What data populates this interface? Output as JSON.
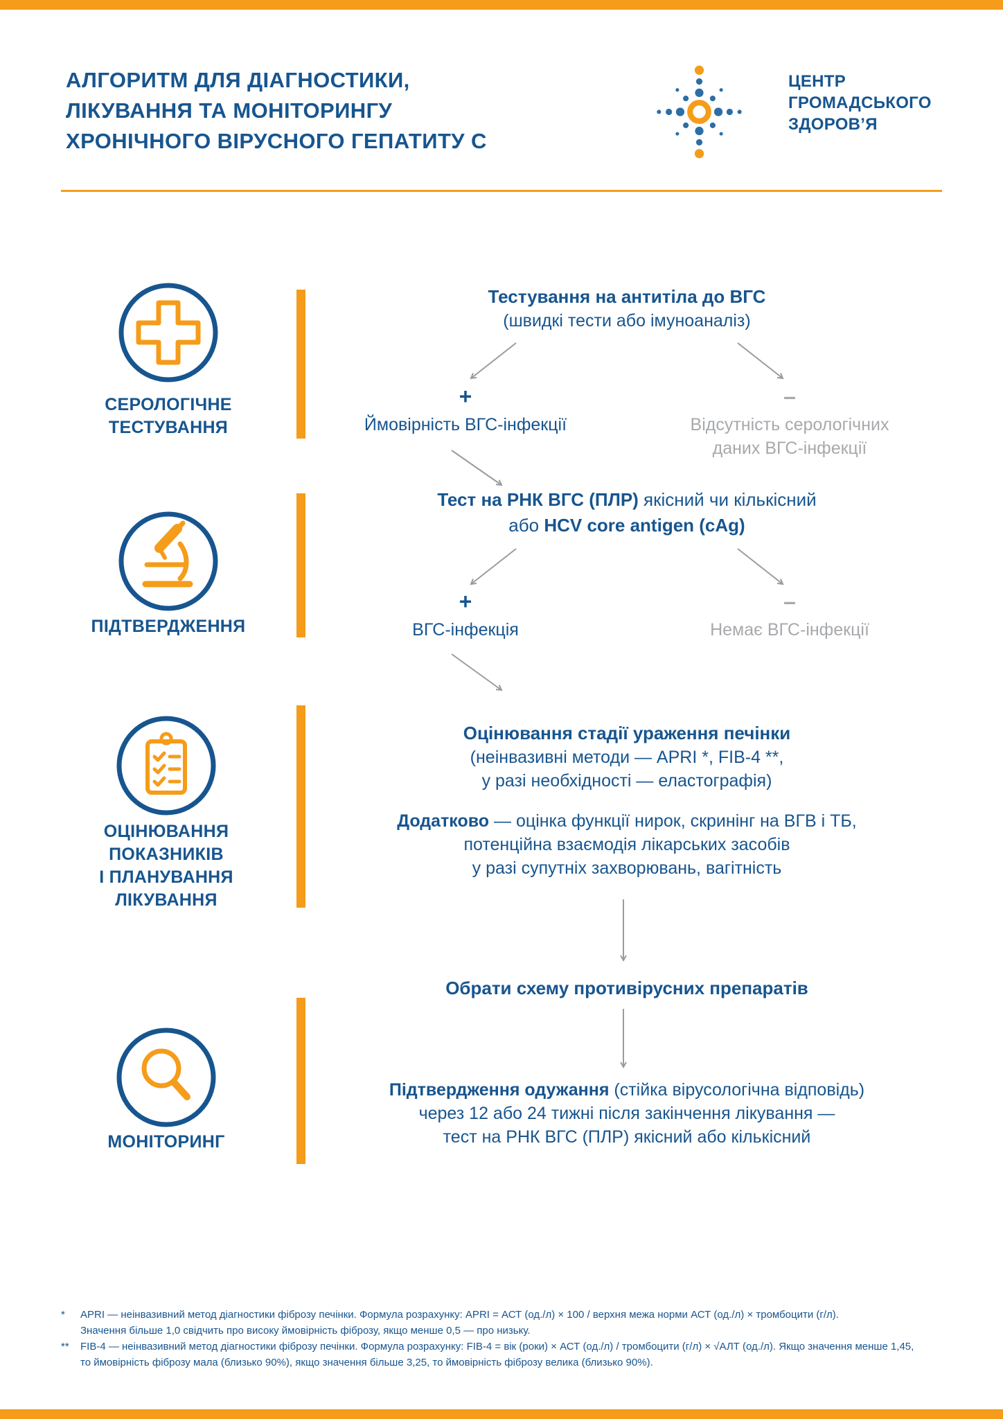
{
  "colors": {
    "orange": "#F59C1A",
    "blue": "#17558F",
    "logo-blue": "#2C6EA5",
    "gray": "#A7A9AC",
    "arrow": "#9B9B9B"
  },
  "header": {
    "title": "АЛГОРИТМ ДЛЯ ДІАГНОСТИКИ,\nЛІКУВАННЯ ТА МОНІТОРИНГУ\nХРОНІЧНОГО ВІРУСНОГО ГЕПАТИТУ С",
    "logo_text": "ЦЕНТР\nГРОМАДСЬКОГО\nЗДОРОВ’Я"
  },
  "sidebar": {
    "sections": [
      {
        "icon": "medical-cross-icon",
        "label": "СЕРОЛОГІЧНЕ\nТЕСТУВАННЯ"
      },
      {
        "icon": "microscope-icon",
        "label": "ПІДТВЕРДЖЕННЯ"
      },
      {
        "icon": "checklist-clipboard-icon",
        "label": "ОЦІНЮВАННЯ\nПОКАЗНИКІВ\nІ ПЛАНУВАННЯ\nЛІКУВАННЯ"
      },
      {
        "icon": "magnifier-icon",
        "label": "МОНІТОРИНГ"
      }
    ]
  },
  "flow": {
    "step1": {
      "title": "Тестування на антитіла до ВГС",
      "subtitle": "(швидкі тести або імуноаналіз)",
      "positive_sign": "+",
      "positive_label": "Ймовірність ВГС-інфекції",
      "negative_sign": "–",
      "negative_label": "Відсутність серологічних\nданих ВГС-інфекції"
    },
    "step2": {
      "title_bold_1": "Тест на РНК ВГС (ПЛР)",
      "title_regular_1": " якісний чи кількісний",
      "title_regular_2": "або ",
      "title_bold_2": "HCV core antigen (cAg)",
      "positive_sign": "+",
      "positive_label": "ВГС-інфекція",
      "negative_sign": "–",
      "negative_label": "Немає ВГС-інфекції"
    },
    "step3": {
      "title": "Оцінювання стадії ураження печінки",
      "subtitle": "(неінвазивні методи — APRI *, FIB-4 **,\nу разі необхідності — еластографія)",
      "additional_bold": "Додатково",
      "additional_text": " — оцінка функції нирок, скринінг на ВГВ і ТБ,\nпотенційна взаємодія лікарських засобів\nу разі супутніх захворювань, вагітність"
    },
    "step4": {
      "title": "Обрати схему противірусних препаратів"
    },
    "step5": {
      "title_bold": "Підтвердження одужання",
      "title_regular": " (стійка вірусологічна відповідь)\nчерез 12 або 24 тижні після закінчення лікування —\nтест на РНК ВГС (ПЛР) якісний або кількісний"
    }
  },
  "footnotes": [
    {
      "marker": "*",
      "text": "APRI — неінвазивний метод діагностики фіброзу печінки. Формула розрахунку: APRI = АСТ (од./л) × 100 / верхня межа норми АСТ (од./л) × тромбоцити (г/л).\nЗначення більше 1,0 свідчить про високу ймовірність фіброзу, якщо менше 0,5 — про низьку."
    },
    {
      "marker": "**",
      "text": "FIB-4 — неінвазивний метод діагностики фіброзу печінки. Формула розрахунку: FIB-4 = вік (роки) × АСТ (од./л) / тромбоцити (г/л) × √АЛТ (од./л). Якщо значення менше 1,45,\nто ймовірність фіброзу мала (близько 90%), якщо значення більше 3,25, то ймовірність фіброзу велика (близько 90%)."
    }
  ]
}
